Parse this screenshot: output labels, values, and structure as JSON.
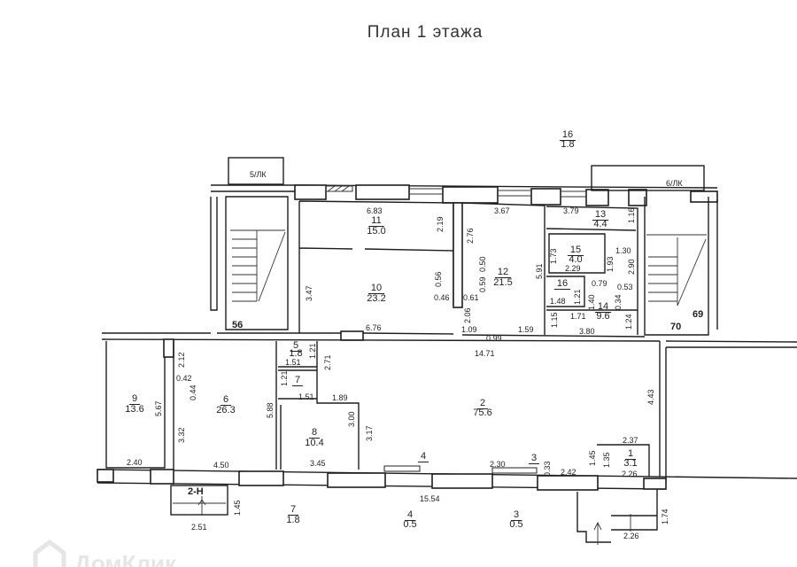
{
  "title": "План 1 этажа",
  "rooms": [
    {
      "no": "1",
      "area": "3.1"
    },
    {
      "no": "2",
      "area": "75.6"
    },
    {
      "no": "3",
      "area": "0.5"
    },
    {
      "no": "4",
      "area": "0.5"
    },
    {
      "no": "5",
      "area": "1.8"
    },
    {
      "no": "6",
      "area": "26.3"
    },
    {
      "no": "7",
      "area": "1.8"
    },
    {
      "no": "8",
      "area": "10.4"
    },
    {
      "no": "9",
      "area": "13.6"
    },
    {
      "no": "10",
      "area": "23.2"
    },
    {
      "no": "11",
      "area": "15.0"
    },
    {
      "no": "12",
      "area": "21.5"
    },
    {
      "no": "13",
      "area": "4.4"
    },
    {
      "no": "14",
      "area": "9.6"
    },
    {
      "no": "15",
      "area": "4.0"
    },
    {
      "no": "16",
      "area": ""
    },
    {
      "no": "16",
      "area": "1.8"
    },
    {
      "no": "7",
      "area": "1.8"
    },
    {
      "no": "4",
      "area": "0.5"
    },
    {
      "no": "3",
      "area": "0.5"
    },
    {
      "no": "7",
      "area": ""
    },
    {
      "no": "4",
      "area": ""
    },
    {
      "no": "3",
      "area": ""
    }
  ],
  "labels": {
    "stair_left": "5/ЛК",
    "stair_right": "6/ЛК",
    "n56": "56",
    "n69": "69",
    "n70": "70",
    "entrance": "2-Н",
    "watermark": "ДомКлик"
  },
  "dims": [
    "6.83",
    "2.19",
    "3.47",
    "6.76",
    "0.56",
    "0.46",
    "2.76",
    "0.50",
    "0.59",
    "0.61",
    "2.06",
    "3.67",
    "5.91",
    "1.09",
    "0.99",
    "1.59",
    "3.79",
    "1.16",
    "1.73",
    "2.29",
    "1.93",
    "1.30",
    "2.90",
    "0.79",
    "0.53",
    "1.48",
    "1.21",
    "1.40",
    "0.34",
    "1.71",
    "1.15",
    "3.80",
    "1.24",
    "14.71",
    "2.12",
    "0.42",
    "0.44",
    "5.67",
    "3.32",
    "2.40",
    "4.50",
    "1.21",
    "1.51",
    "2.71",
    "1.21",
    "1.51",
    "5.88",
    "1.89",
    "3.00",
    "3.17",
    "3.45",
    "4.43",
    "2.37",
    "1.45",
    "1.35",
    "2.26",
    "2.30",
    "0.33",
    "2.42",
    "15.54",
    "1.45",
    "2.51",
    "1.74",
    "2.26"
  ]
}
